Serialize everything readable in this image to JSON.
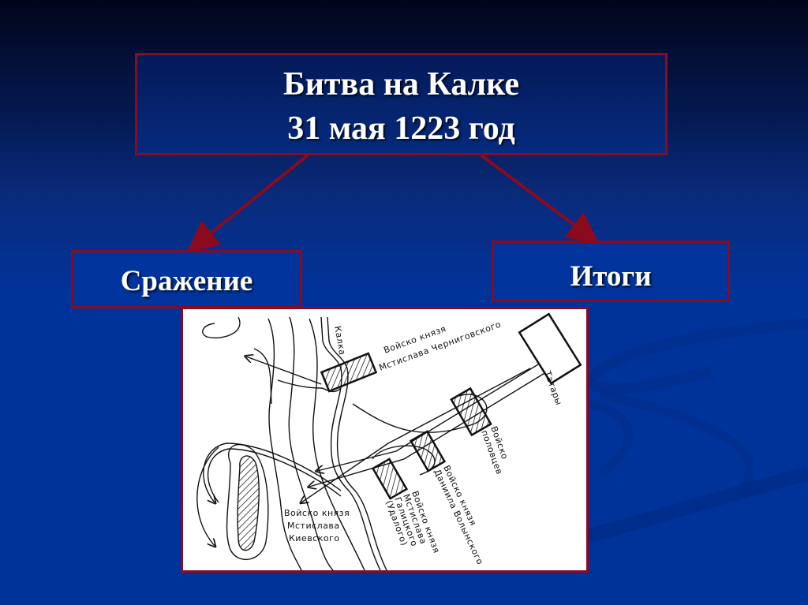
{
  "slide": {
    "title_line1": "Битва на Калке",
    "title_line2": "31 мая 1223 год",
    "branches": [
      {
        "label": "Сражение"
      },
      {
        "label": "Итоги"
      }
    ]
  },
  "map": {
    "river_label": "Калка",
    "labels": {
      "chernigov_line1": "Войско князя",
      "chernigov_line2": "Мстислава Черниговского",
      "tatars": "Татары",
      "polovtsy_line1": "Войско",
      "polovtsy_line2": "половцев",
      "daniil_line1": "Войско князя",
      "daniil_line2": "Даниила Волынского",
      "galich_line1": "Войско князя",
      "galich_line2": "Мстислава",
      "galich_line3": "Галицкого",
      "galich_line4": "(Удалого)",
      "kiev_line1": "Войско князя",
      "kiev_line2": "Мстислава",
      "kiev_line3": "Киевского"
    }
  },
  "colors": {
    "background": "#003399",
    "background_top": "#02051a",
    "border_accent": "#8b0a1e",
    "text": "#ffffff"
  }
}
